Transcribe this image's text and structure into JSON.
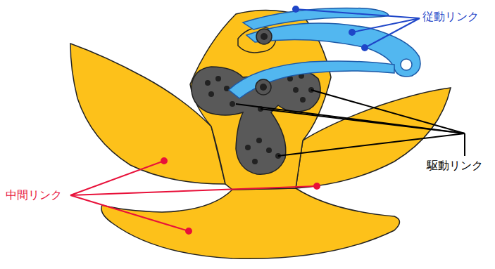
{
  "diagram": {
    "labels": [
      "従動リンク",
      "駆動リンク",
      "中間リンク"
    ]
  }
}
